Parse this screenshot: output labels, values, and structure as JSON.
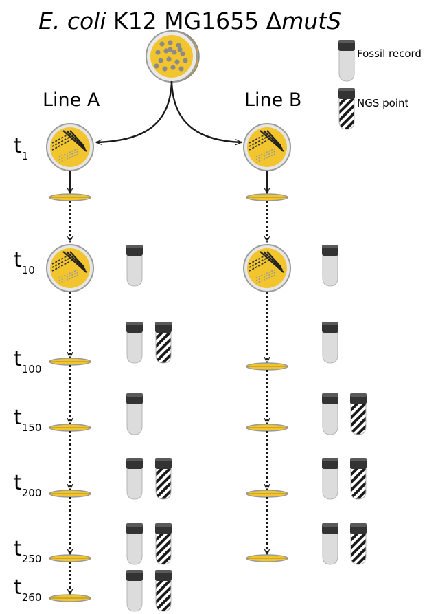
{
  "title": {
    "italic_part": "E. coli",
    "regular_part": " K12 MG1655 Δ",
    "gene": "mutS"
  },
  "lines": [
    {
      "id": "A",
      "label": "Line A"
    },
    {
      "id": "B",
      "label": "Line B"
    }
  ],
  "legend": {
    "fossil_label": "Fossil record",
    "ngs_label": "NGS point"
  },
  "timepoints": [
    {
      "main": "t",
      "sub": "1"
    },
    {
      "main": "t",
      "sub": "10"
    },
    {
      "main": "t",
      "sub": "100"
    },
    {
      "main": "t",
      "sub": "150"
    },
    {
      "main": "t",
      "sub": "200"
    },
    {
      "main": "t",
      "sub": "250"
    },
    {
      "main": "t",
      "sub": "260"
    }
  ],
  "samples": {
    "A": [
      {
        "timepoint": "10",
        "fossil": true,
        "ngs": false
      },
      {
        "timepoint": "100",
        "fossil": true,
        "ngs": true
      },
      {
        "timepoint": "150",
        "fossil": true,
        "ngs": false
      },
      {
        "timepoint": "200",
        "fossil": true,
        "ngs": true
      },
      {
        "timepoint": "250",
        "fossil": true,
        "ngs": true
      },
      {
        "timepoint": "260",
        "fossil": true,
        "ngs": true
      }
    ],
    "B": [
      {
        "timepoint": "10",
        "fossil": true,
        "ngs": false
      },
      {
        "timepoint": "100",
        "fossil": true,
        "ngs": false
      },
      {
        "timepoint": "150",
        "fossil": true,
        "ngs": true
      },
      {
        "timepoint": "200",
        "fossil": true,
        "ngs": true
      },
      {
        "timepoint": "250",
        "fossil": true,
        "ngs": true
      }
    ]
  },
  "colors": {
    "agar": "#f2c52e",
    "plate_rim": "#9a9a9a",
    "tube_body": "#dcdcdc",
    "tube_cap": "#333333",
    "stripe": "#1a1a1a",
    "colony": "#8a8a8a",
    "text": "#1a1a1a"
  }
}
